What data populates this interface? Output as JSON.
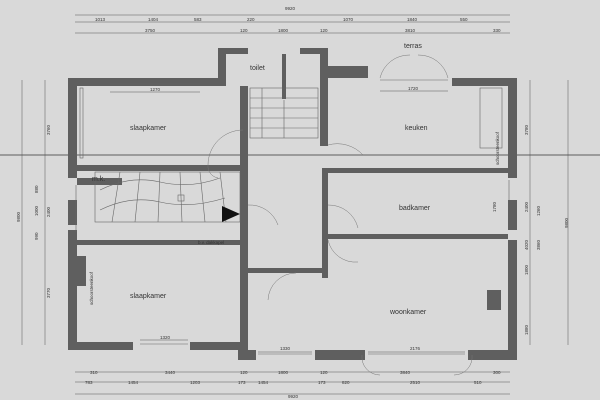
{
  "rooms": {
    "toilet": "toilet",
    "terras": "terras",
    "slaapkamer_top": "slaapkamer",
    "keuken": "keuken",
    "mk": "m.k.",
    "badkamer": "badkamer",
    "slaapkamer_bottom": "slaapkamer",
    "woonkamer": "woonkamer",
    "schoorsteen_right": "schoorsteenkoof",
    "schoorsteen_left": "schoorsteenkoof",
    "vaste_kast": "b.v. dakkapel"
  },
  "dimensions": {
    "top_total": "9920",
    "top_row1": [
      "1013",
      "1404",
      "583",
      "220",
      "1070",
      "1840",
      "550"
    ],
    "top_row2": [
      "3750",
      "120",
      "1800",
      "120",
      "3810",
      "330"
    ],
    "bottom_row1": [
      "310",
      "3440",
      "120",
      "1800",
      "120",
      "3840",
      "300"
    ],
    "bottom_row2": [
      "783",
      "1454",
      "1203",
      "173",
      "1454",
      "173",
      "820",
      "2510",
      "510"
    ],
    "bottom_total": "9920",
    "slaapkamer_top_width": "1270",
    "keuken_width": "1720",
    "slaapkamer_bottom_width": "1320",
    "hall_width": "1330",
    "woonkamer_window": "2176",
    "left_outer": "9800",
    "left_upper": "3760",
    "left_mid": [
      "880",
      "1000",
      "2400",
      "990"
    ],
    "left_lower": "3770",
    "right_outer": "9800",
    "right_upper": "3780",
    "right_mid": [
      "2400",
      "4020",
      "1800"
    ],
    "right_lower": [
      "1880",
      "1260",
      "3860"
    ],
    "badkamer_dim": "1780"
  }
}
